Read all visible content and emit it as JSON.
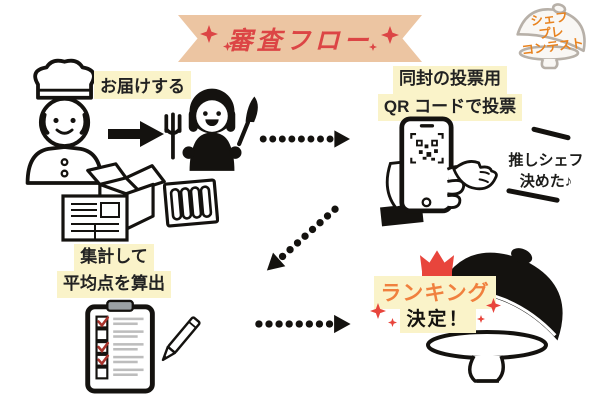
{
  "banner": {
    "title": "審査フロー",
    "ribbon_color": "#ecc5a2",
    "title_color": "#dc4545"
  },
  "logo": {
    "line1": "シェフ",
    "line2": "プレ",
    "line3": "コンテスト",
    "color": "#e8821e"
  },
  "flow": {
    "step1_label": "お届けする",
    "step2_line1": "同封の投票用",
    "step2_line2": "QR コードで投票",
    "speech_line1": "推しシェフ",
    "speech_line2": "決めた♪",
    "step3_line1": "集計して",
    "step3_line2": "平均点を算出",
    "result_line1": "ランキング",
    "result_line2": "決定！"
  },
  "colors": {
    "highlight_yellow": "#faf3c9",
    "accent_red": "#dc4545",
    "accent_orange": "#f0803e",
    "logo_orange": "#e8821e",
    "crown_red": "#e8453c",
    "ink_black": "#14120f",
    "logo_gray": "#b7b0a8"
  },
  "icons": [
    "sparkle-icon",
    "contest-logo-cloche-icon",
    "chef-icon",
    "arrow-right-icon",
    "eating-woman-icon",
    "dotted-arrow-icon",
    "open-box-icon",
    "shipping-label-icon",
    "vacuum-pack-icon",
    "phone-qr-icon",
    "pointing-hand-icon",
    "clipboard-checklist-icon",
    "pen-icon",
    "crown-icon",
    "cloche-hand-icon"
  ]
}
